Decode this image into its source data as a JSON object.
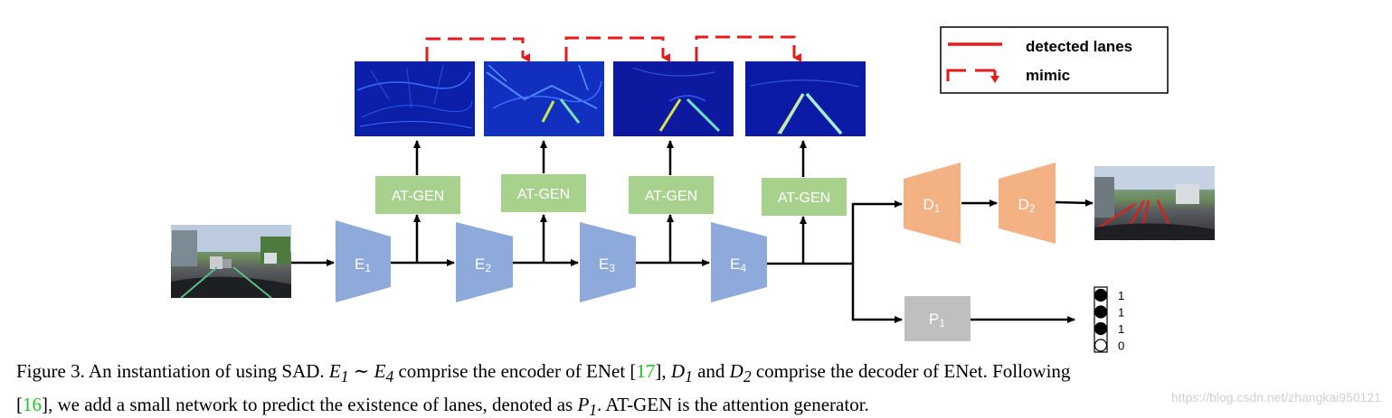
{
  "legend": {
    "detected_label": "detected lanes",
    "mimic_label": "mimic",
    "detected_color": "#e51b1b",
    "mimic_color": "#e51b1b"
  },
  "blocks": {
    "encoders": [
      {
        "letter": "E",
        "sub": "1"
      },
      {
        "letter": "E",
        "sub": "2"
      },
      {
        "letter": "E",
        "sub": "3"
      },
      {
        "letter": "E",
        "sub": "4"
      }
    ],
    "decoders": [
      {
        "letter": "D",
        "sub": "1"
      },
      {
        "letter": "D",
        "sub": "2"
      }
    ],
    "predictor": {
      "letter": "P",
      "sub": "1"
    },
    "attention_generators": [
      "AT-GEN",
      "AT-GEN",
      "AT-GEN",
      "AT-GEN"
    ],
    "encoder_color": "#8eaadb",
    "decoder_color": "#f4b183",
    "atgen_color": "#a9d18e",
    "predictor_color": "#bfbfbf"
  },
  "existence_output": {
    "values": [
      "1",
      "1",
      "1",
      "0"
    ],
    "states": [
      true,
      true,
      true,
      false
    ]
  },
  "caption": {
    "line1_a": "Figure 3. An instantiation of using SAD.",
    "line1_b": "comprise the encoder of ENet [",
    "ref1": "17",
    "line1_c": "],",
    "line1_d": "and",
    "line1_e": "comprise the decoder of ENet. Following",
    "line2_a": "[",
    "ref2": "16",
    "line2_b": "], we add a small network to predict the existence of lanes, denoted as",
    "line2_c": ". AT-GEN is the attention generator.",
    "math_e1": "E",
    "math_e1_sub": "1",
    "math_sim": "∼",
    "math_e4": "E",
    "math_e4_sub": "4",
    "math_d1": "D",
    "math_d1_sub": "1",
    "math_d2": "D",
    "math_d2_sub": "2",
    "math_p1": "P",
    "math_p1_sub": "1"
  },
  "watermark": "https://blog.csdn.net/zhangkai950121"
}
